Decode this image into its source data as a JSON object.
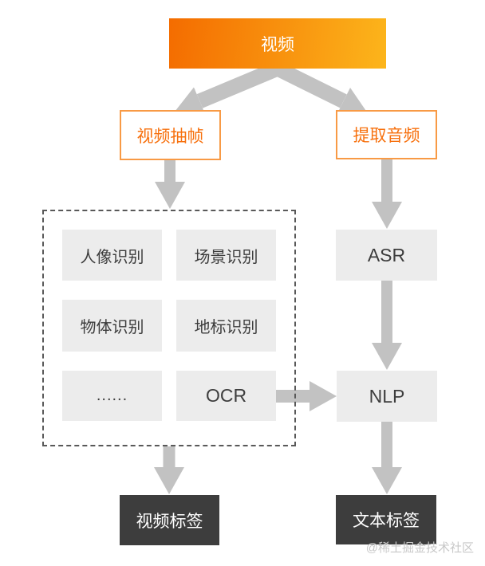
{
  "diagram": {
    "video": {
      "label": "视频"
    },
    "frame_extraction": {
      "label": "视频抽帧"
    },
    "audio_extraction": {
      "label": "提取音频"
    },
    "recognition": {
      "items": [
        {
          "label": "人像识别"
        },
        {
          "label": "场景识别"
        },
        {
          "label": "物体识别"
        },
        {
          "label": "地标识别"
        },
        {
          "label": "......"
        },
        {
          "label": "OCR"
        }
      ]
    },
    "asr": {
      "label": "ASR"
    },
    "nlp": {
      "label": "NLP"
    },
    "video_tags": {
      "label": "视频标签"
    },
    "text_tags": {
      "label": "文本标签"
    }
  },
  "watermark": {
    "text": "@稀土掘金技术社区"
  },
  "colors": {
    "gradient_start": "#f46c00",
    "gradient_end": "#fcb51b",
    "orange_text": "#f7700d",
    "orange_border": "#f89a45",
    "gray_box_bg": "#ececec",
    "gray_box_text": "#3d3d3d",
    "dark_box_bg": "#3d3d3d",
    "dark_box_text": "#ffffff",
    "arrow": "#c2c2c2",
    "dashed_border": "#595959",
    "watermark_text": "#c8c8c8"
  }
}
